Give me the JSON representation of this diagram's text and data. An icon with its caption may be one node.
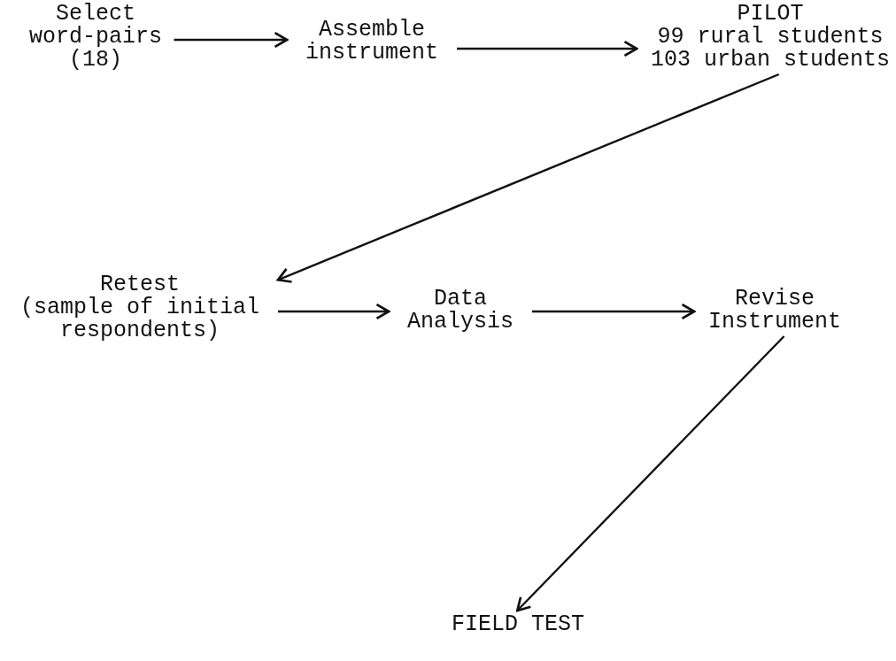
{
  "diagram": {
    "nodes": [
      {
        "text": [
          "Select word-pairs (18)"
        ]
      },
      {
        "text": [
          "Assemble instrument"
        ]
      },
      {
        "text": [
          "PILOT",
          "99 rural students 103 urban students"
        ]
      },
      {
        "text": [
          "Retest",
          "(sample of initial respondents)"
        ]
      },
      {
        "text": [
          "Data Analysis"
        ]
      },
      {
        "text": [
          "Revise Instrument"
        ]
      },
      {
        "text": [
          "FIELD TEST"
        ]
      }
    ],
    "edges": [
      {
        "from": 0,
        "to": 1,
        "arrow": "to"
      },
      {
        "from": 1,
        "to": 2,
        "arrow": "to"
      },
      {
        "from": 2,
        "to": 3,
        "arrow": "to"
      },
      {
        "from": 3,
        "to": 4,
        "arrow": "to"
      },
      {
        "from": 4,
        "to": 5,
        "arrow": "to"
      },
      {
        "from": 5,
        "to": 6,
        "arrow": "to"
      }
    ]
  }
}
